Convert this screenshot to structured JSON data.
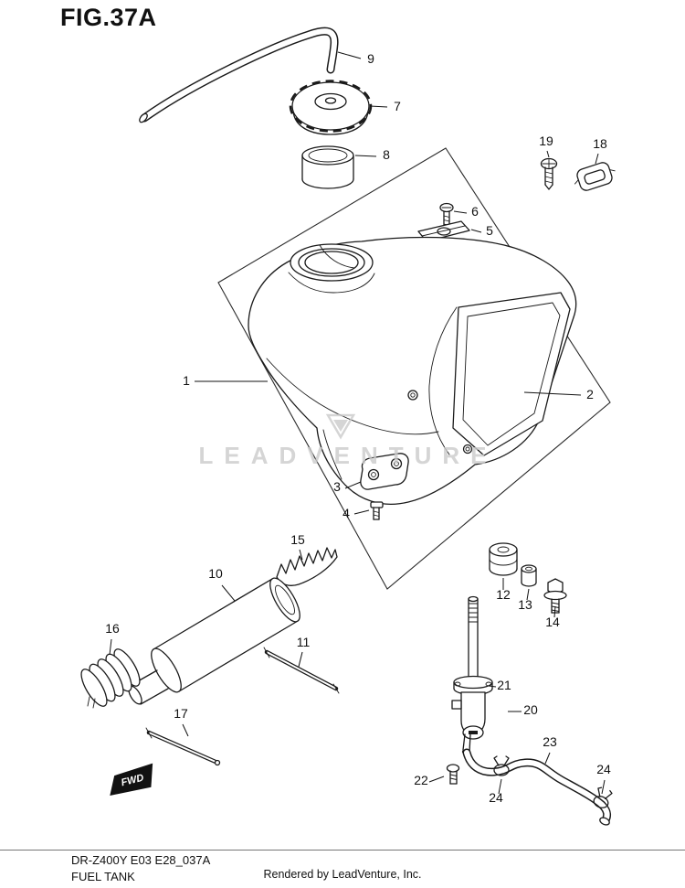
{
  "title": "FIG.37A",
  "watermark": "LEADVENTURE",
  "fwd_label": "FWD",
  "colors": {
    "line": "#1a1a1a",
    "watermark": "#cbcbcb",
    "background": "#ffffff"
  },
  "footer": {
    "code": "DR-Z400Y E03 E28_037A",
    "name": "FUEL TANK",
    "credit": "Rendered by LeadVenture, Inc."
  },
  "callouts": [
    {
      "num": "9"
    },
    {
      "num": "7"
    },
    {
      "num": "8"
    },
    {
      "num": "19"
    },
    {
      "num": "18"
    },
    {
      "num": "6"
    },
    {
      "num": "5"
    },
    {
      "num": "1"
    },
    {
      "num": "2"
    },
    {
      "num": "3"
    },
    {
      "num": "4"
    },
    {
      "num": "12"
    },
    {
      "num": "13"
    },
    {
      "num": "14"
    },
    {
      "num": "15"
    },
    {
      "num": "10"
    },
    {
      "num": "11"
    },
    {
      "num": "16"
    },
    {
      "num": "17"
    },
    {
      "num": "21"
    },
    {
      "num": "20"
    },
    {
      "num": "22"
    },
    {
      "num": "23"
    },
    {
      "num": "24"
    },
    {
      "num": "24"
    }
  ]
}
